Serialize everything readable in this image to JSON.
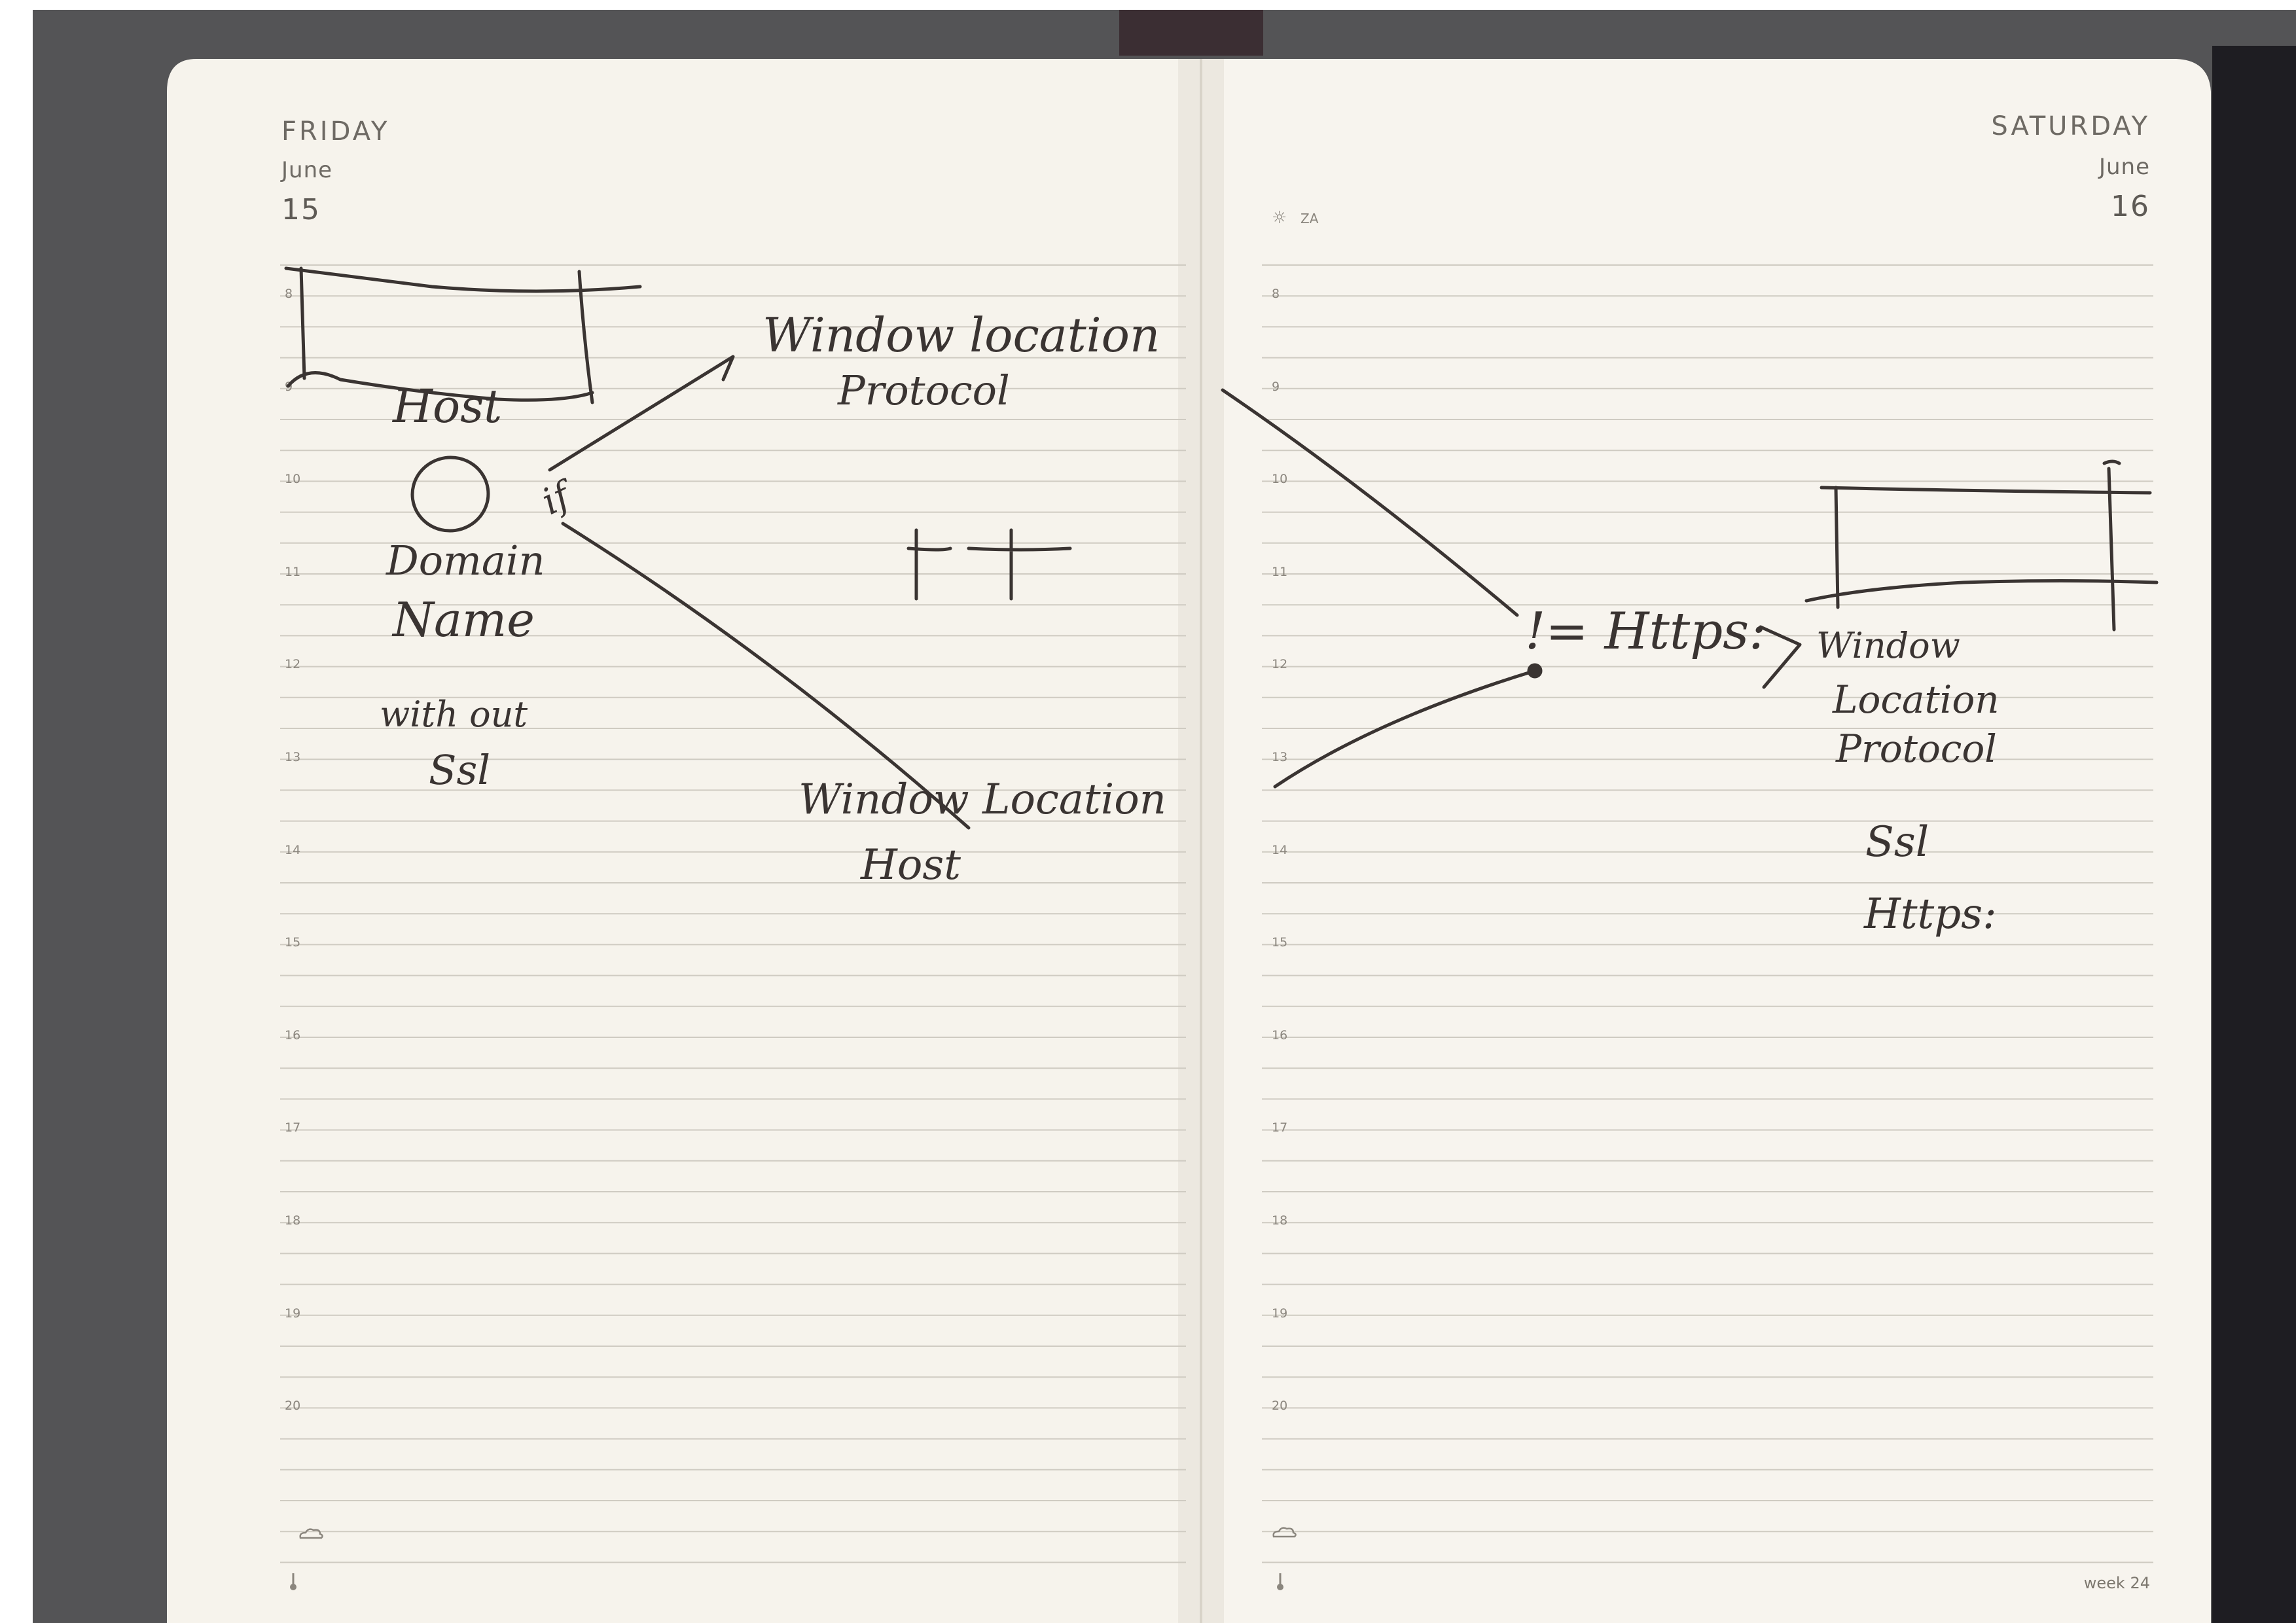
{
  "left_page": {
    "weekday": "FRIDAY",
    "month": "June",
    "date": "15",
    "hours": [
      "8",
      "9",
      "10",
      "11",
      "12",
      "13",
      "14",
      "15",
      "16",
      "17",
      "18",
      "19",
      "20"
    ]
  },
  "right_page": {
    "weekday": "SATURDAY",
    "month": "June",
    "date": "16",
    "sun_label": "ZA",
    "hours": [
      "8",
      "9",
      "10",
      "11",
      "12",
      "13",
      "14",
      "15",
      "16",
      "17",
      "18",
      "19",
      "20"
    ],
    "week": "week 24"
  },
  "handwriting": {
    "host": "Host",
    "domain": "Domain",
    "name": "Name",
    "without": "with out",
    "ssl_left": "Ssl",
    "if": "if",
    "plusplus": "++",
    "window_location_protocol_top_line1": "Window location",
    "window_location_protocol_top_line2": "Protocol",
    "window_location_host_line1": "Window Location",
    "window_location_host_line2": "Host",
    "not_equal_https": "!= Https:",
    "right_window": "Window",
    "right_location": "Location",
    "right_protocol": "Protocol",
    "right_ssl": "Ssl",
    "right_https": "Https:"
  },
  "icons": {
    "sun": "sun-icon",
    "weather": "cloud-icon",
    "temperature": "thermometer-icon"
  },
  "colors": {
    "paper": "#f6f3ec",
    "background": "#535355",
    "ink": "#3a3432",
    "ruled_line": "#cfcbc2"
  }
}
